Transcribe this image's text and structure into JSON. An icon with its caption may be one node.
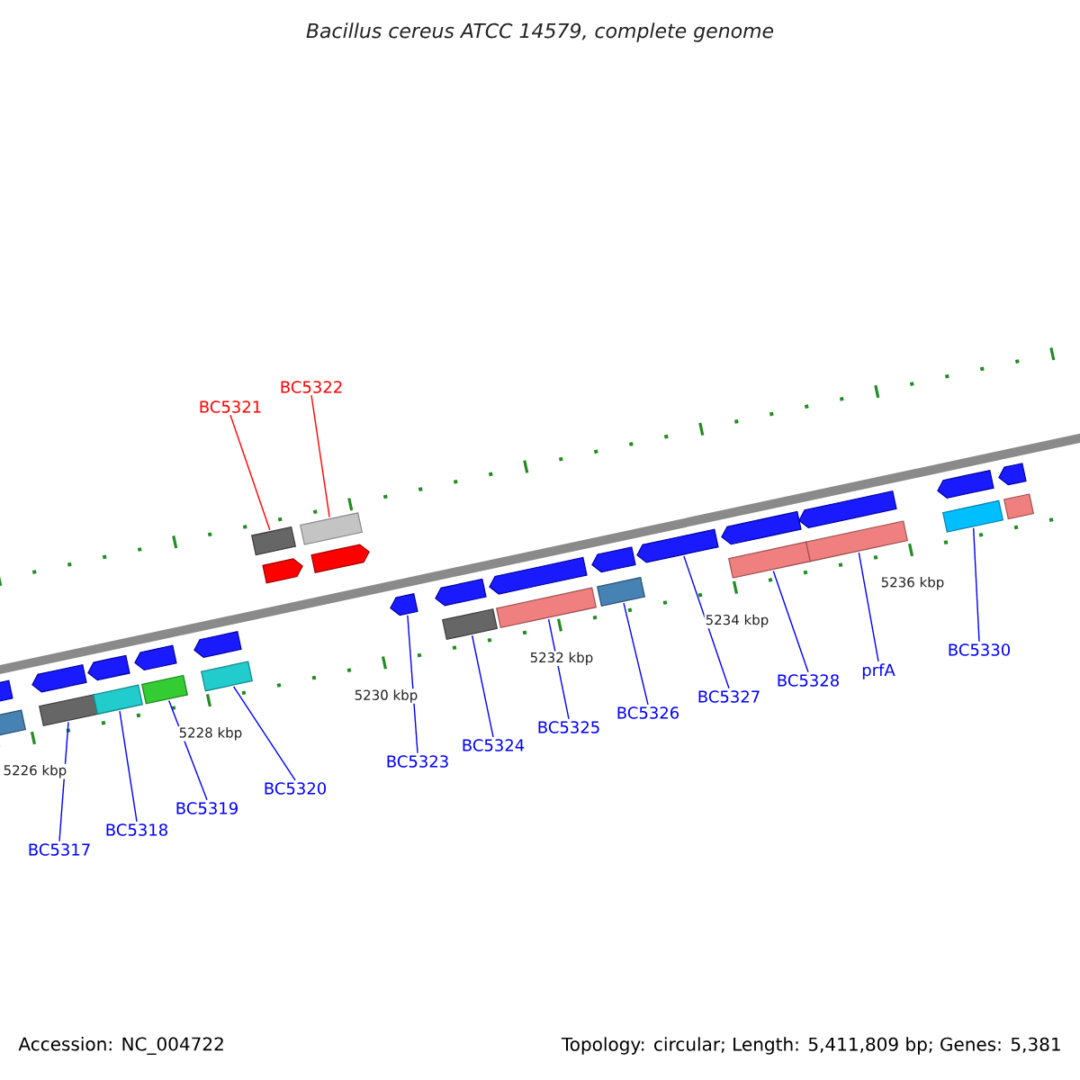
{
  "diagram": {
    "title": "Bacillus cereus ATCC 14579, complete genome",
    "nodes": [
      {
        "text": [
          "BC5317"
        ]
      },
      {
        "text": [
          "BC5318"
        ]
      },
      {
        "text": [
          "BC5319"
        ]
      },
      {
        "text": [
          "BC5320"
        ]
      },
      {
        "text": [
          "BC5321"
        ]
      },
      {
        "text": [
          "BC5322"
        ]
      },
      {
        "text": [
          "BC5323"
        ]
      },
      {
        "text": [
          "BC5324"
        ]
      },
      {
        "text": [
          "BC5325"
        ]
      },
      {
        "text": [
          "BC5326"
        ]
      },
      {
        "text": [
          "BC5327"
        ]
      },
      {
        "text": [
          "BC5328"
        ]
      },
      {
        "text": [
          "prfA"
        ]
      },
      {
        "text": [
          "BC5330"
        ]
      },
      {
        "text": [],
        "shape": "pentagon"
      },
      {
        "text": [],
        "shape": "box"
      },
      {
        "text": [],
        "shape": "pentagon"
      },
      {
        "text": [],
        "shape": "box"
      },
      {
        "text": [],
        "shape": "pentagon"
      },
      {
        "text": [],
        "shape": "box"
      },
      {
        "text": [],
        "shape": "pentagon"
      },
      {
        "text": [],
        "shape": "box"
      },
      {
        "text": [],
        "shape": "pentagon"
      },
      {
        "text": [],
        "shape": "box"
      },
      {
        "text": [],
        "shape": "box"
      },
      {
        "text": [],
        "shape": "pentagon"
      },
      {
        "text": [],
        "shape": "box"
      },
      {
        "text": [],
        "shape": "pentagon"
      },
      {
        "text": [],
        "shape": "pentagon"
      },
      {
        "text": [],
        "shape": "pentagon"
      },
      {
        "text": [],
        "shape": "box"
      },
      {
        "text": [],
        "shape": "pentagon"
      },
      {
        "text": [],
        "shape": "box"
      },
      {
        "text": [],
        "shape": "pentagon"
      },
      {
        "text": [],
        "shape": "box"
      },
      {
        "text": [],
        "shape": "pentagon"
      },
      {
        "text": [],
        "shape": "pentagon"
      },
      {
        "text": [],
        "shape": "box"
      },
      {
        "text": [],
        "shape": "pentagon"
      },
      {
        "text": [],
        "shape": "box"
      },
      {
        "text": [],
        "shape": "pentagon"
      },
      {
        "text": [],
        "shape": "box"
      },
      {
        "text": [],
        "shape": "pentagon"
      },
      {
        "text": [],
        "shape": "box"
      }
    ],
    "edges": [
      {
        "from": 0,
        "to": 17,
        "arrow": "none"
      },
      {
        "from": 1,
        "to": 19,
        "arrow": "none"
      },
      {
        "from": 2,
        "to": 21,
        "arrow": "none"
      },
      {
        "from": 3,
        "to": 23,
        "arrow": "none"
      },
      {
        "from": 4,
        "to": 24,
        "arrow": "none",
        "color": "#ff0000"
      },
      {
        "from": 5,
        "to": 26,
        "arrow": "none",
        "color": "#ff0000"
      },
      {
        "from": 6,
        "to": 28,
        "arrow": "none"
      },
      {
        "from": 7,
        "to": 30,
        "arrow": "none"
      },
      {
        "from": 8,
        "to": 32,
        "arrow": "none"
      },
      {
        "from": 9,
        "to": 34,
        "arrow": "none"
      },
      {
        "from": 10,
        "to": 35,
        "arrow": "none"
      },
      {
        "from": 11,
        "to": 37,
        "arrow": "none"
      },
      {
        "from": 12,
        "to": 39,
        "arrow": "none"
      },
      {
        "from": 13,
        "to": 41,
        "arrow": "none"
      }
    ],
    "labels": [
      "5226 kbp",
      "5228 kbp",
      "5230 kbp",
      "5232 kbp",
      "5234 kbp",
      "5236 kbp",
      "Accession: NC_004722",
      "Topology: circular; Length: 5,411,809 bp; Genes: 5,381"
    ]
  }
}
